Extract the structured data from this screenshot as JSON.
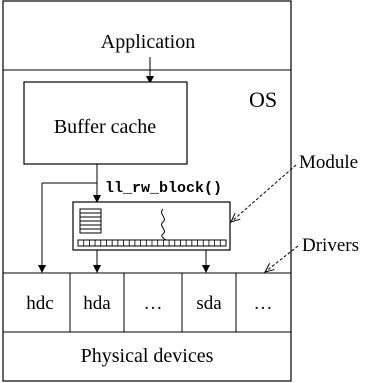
{
  "diagram": {
    "application_label": "Application",
    "os_label": "OS",
    "buffer_cache_label": "Buffer cache",
    "function_label": "ll_rw_block()",
    "module_label": "Module",
    "drivers_label": "Drivers",
    "drivers": [
      "hdc",
      "hda",
      "…",
      "sda",
      "…"
    ],
    "physical_devices_label": "Physical devices"
  }
}
